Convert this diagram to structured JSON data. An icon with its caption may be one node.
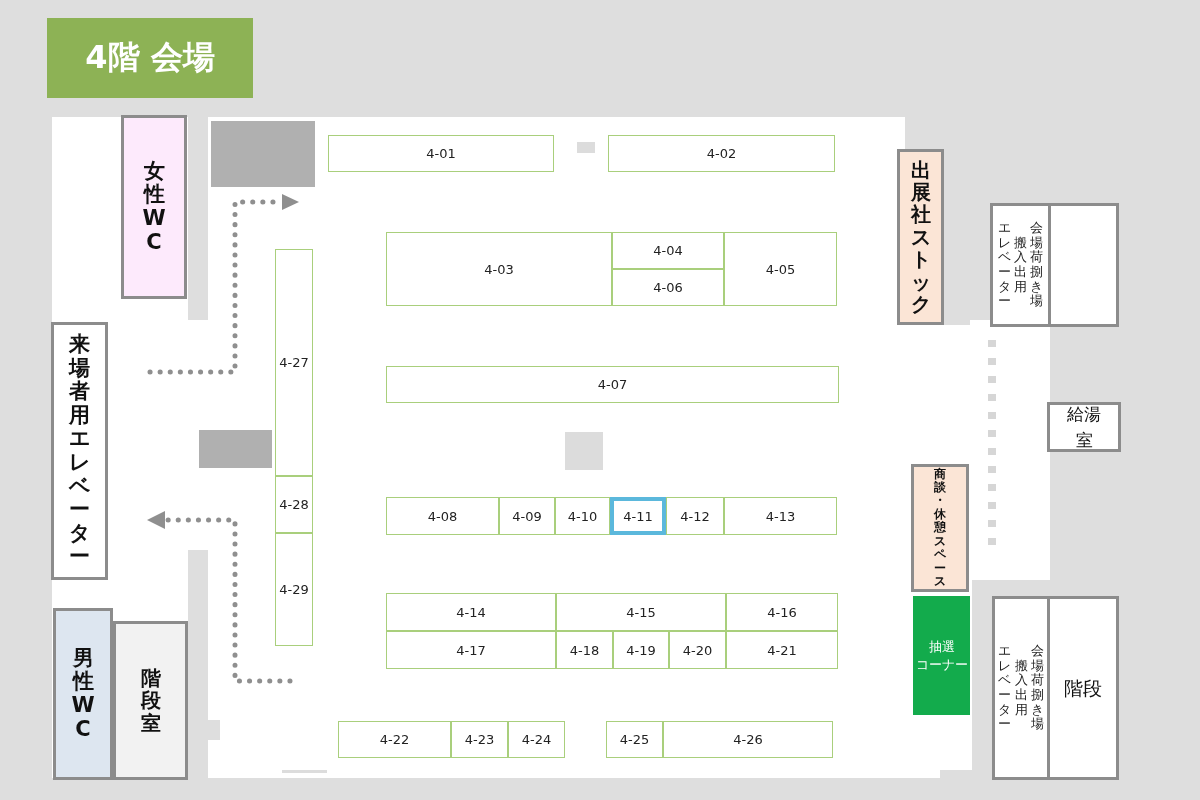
{
  "diagram": {
    "title": "4階 会場",
    "nodes": [
      {
        "text": [
          "4-01"
        ]
      },
      {
        "text": [
          "4-02"
        ]
      },
      {
        "text": [
          "4-03"
        ]
      },
      {
        "text": [
          "4-04"
        ]
      },
      {
        "text": [
          "4-06"
        ]
      },
      {
        "text": [
          "4-05"
        ]
      },
      {
        "text": [
          "4-07"
        ]
      },
      {
        "text": [
          "4-08"
        ]
      },
      {
        "text": [
          "4-09"
        ]
      },
      {
        "text": [
          "4-10"
        ]
      },
      {
        "text": [
          "4-11"
        ]
      },
      {
        "text": [
          "4-12"
        ]
      },
      {
        "text": [
          "4-13"
        ]
      },
      {
        "text": [
          "4-14"
        ]
      },
      {
        "text": [
          "4-15"
        ]
      },
      {
        "text": [
          "4-16"
        ]
      },
      {
        "text": [
          "4-17"
        ]
      },
      {
        "text": [
          "4-18"
        ]
      },
      {
        "text": [
          "4-19"
        ]
      },
      {
        "text": [
          "4-20"
        ]
      },
      {
        "text": [
          "4-21"
        ]
      },
      {
        "text": [
          "4-22"
        ]
      },
      {
        "text": [
          "4-23"
        ]
      },
      {
        "text": [
          "4-24"
        ]
      },
      {
        "text": [
          "4-25"
        ]
      },
      {
        "text": [
          "4-26"
        ]
      },
      {
        "text": [
          "4-27"
        ]
      },
      {
        "text": [
          "4-28"
        ]
      },
      {
        "text": [
          "4-29"
        ]
      },
      {
        "text": [
          "女性WC"
        ]
      },
      {
        "text": [
          "来場者用エレベーター"
        ]
      },
      {
        "text": [
          "男性WC"
        ]
      },
      {
        "text": [
          "階段室"
        ]
      },
      {
        "text": [
          "出展社ストック"
        ]
      },
      {
        "text": [
          "エレベーター",
          "搬入出用",
          "会場荷捌き場"
        ]
      },
      {
        "text": [],
        "shape": "box"
      },
      {
        "text": [
          "給湯室"
        ]
      },
      {
        "text": [
          "商談・休憩スペース"
        ]
      },
      {
        "text": [
          "抽選",
          "コーナー"
        ]
      },
      {
        "text": [
          "エレベーター",
          "搬入出用",
          "会場荷捌き場"
        ]
      },
      {
        "text": [
          "階段"
        ]
      }
    ]
  }
}
